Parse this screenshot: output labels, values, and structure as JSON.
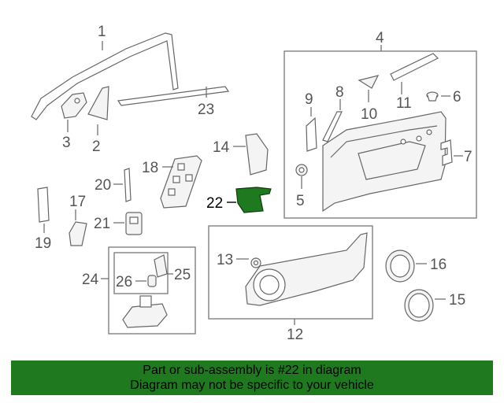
{
  "diagram": {
    "callouts": [
      "1",
      "2",
      "3",
      "4",
      "5",
      "6",
      "7",
      "8",
      "9",
      "10",
      "11",
      "12",
      "13",
      "14",
      "15",
      "16",
      "17",
      "18",
      "19",
      "20",
      "21",
      "22",
      "23",
      "24",
      "25",
      "26"
    ],
    "highlight_part": "22",
    "highlight_color": "#1f7a1f",
    "line_color": "#666666"
  },
  "banner": {
    "line1": "Part or sub-assembly is #22 in diagram",
    "line2": "Diagram may not be specific to your vehicle",
    "background": "#1f7a1f"
  }
}
